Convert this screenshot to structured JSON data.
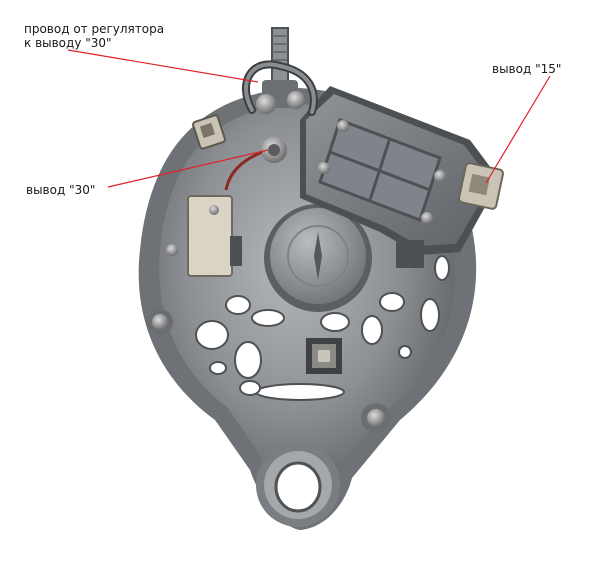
{
  "annotations": {
    "regulator_wire_line1": "провод от регулятора",
    "regulator_wire_line2": "к выводу \"30\"",
    "terminal_30": "вывод \"30\"",
    "terminal_15": "вывод \"15\""
  },
  "colors": {
    "leader_line": "#e0202a",
    "housing": "#8e9296",
    "housing_dark": "#55595d",
    "regulator": "#7d8185",
    "background": "#ffffff"
  }
}
